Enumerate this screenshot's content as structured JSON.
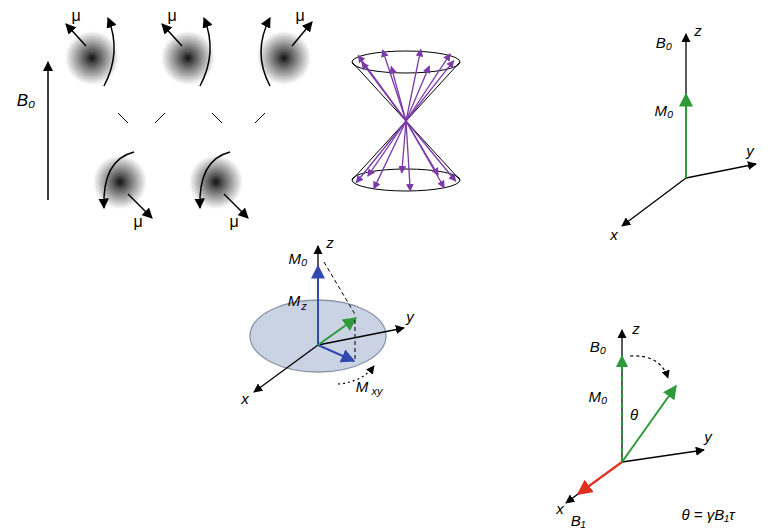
{
  "diagram": {
    "labels": [
      "μ",
      "μ",
      "μ",
      "μ",
      "μ",
      "B₀",
      "B₀",
      "z",
      "M₀",
      "y",
      "x",
      "z",
      "M₀",
      "M",
      "z",
      "y",
      "x",
      "M",
      "xy",
      "B₀",
      "z",
      "M₀",
      "θ",
      "y",
      "x",
      "B₁",
      "θ = γB₁τ"
    ]
  }
}
